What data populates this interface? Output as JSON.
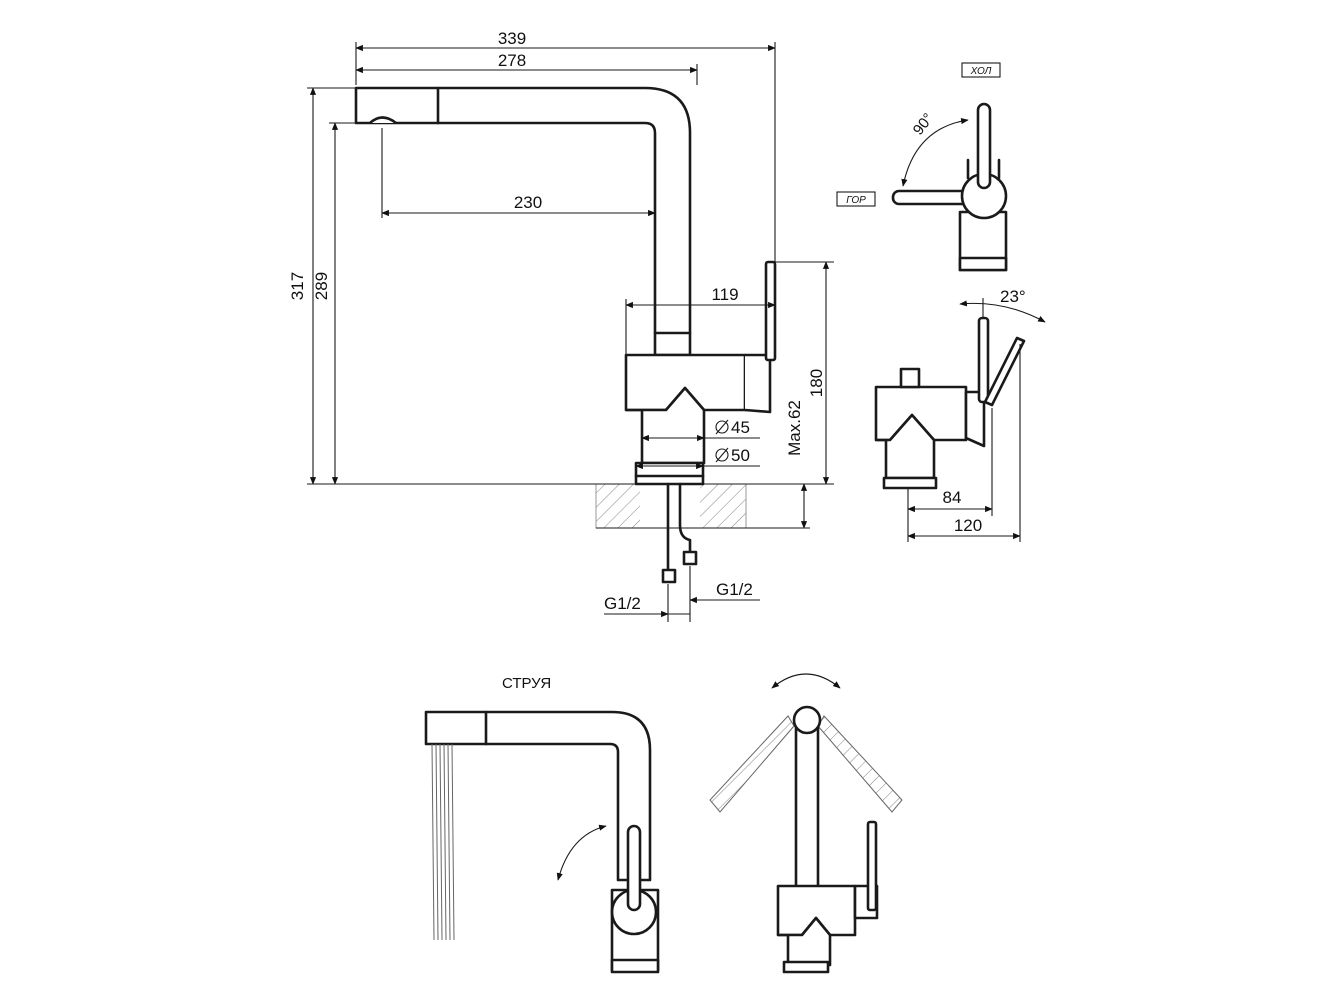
{
  "front_view": {
    "dimensions": {
      "overall_length": "339",
      "spout_length": "278",
      "spout_reach": "230",
      "handle_offset": "119",
      "overall_height": "317",
      "spout_height": "289",
      "body_height": "180",
      "max_deck": "Max.62",
      "base_diameter_45": "45",
      "base_diameter_50": "50",
      "thread_left": "G1/2",
      "thread_right": "G1/2"
    }
  },
  "top_view": {
    "rotation_angle": "90°",
    "label_cold": "ХОЛ",
    "label_hot": "ГОР"
  },
  "side_view": {
    "tilt_angle": "23°",
    "dim_84": "84",
    "dim_120": "120"
  },
  "spray_view": {
    "label": "СТРУЯ"
  }
}
